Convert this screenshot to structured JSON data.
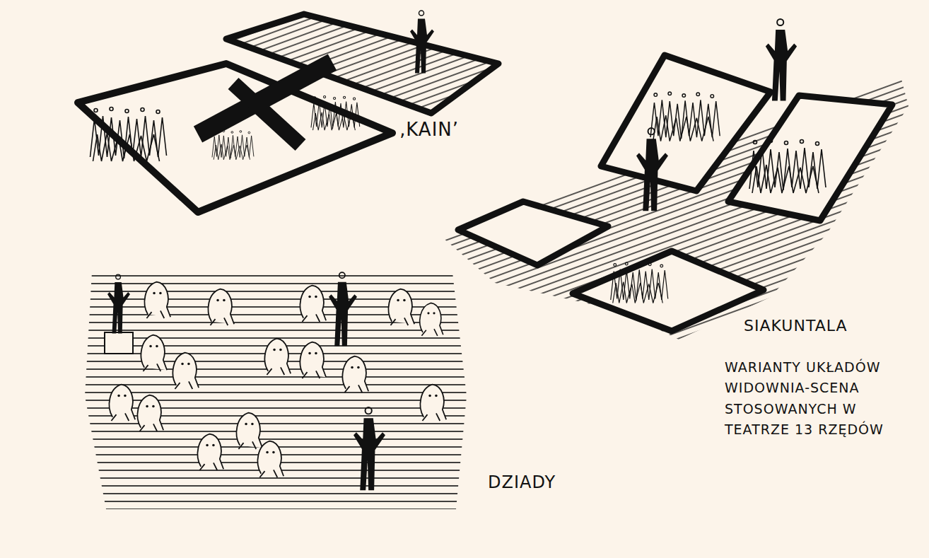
{
  "diagram": {
    "labels": [
      "‚KAIN’",
      "SIAKUNTALA",
      "WARIANTY UKŁADÓW WIDOWNIA-SCENA STOSOWANYCH W TEATRZE 13 RZĘDÓW",
      "DZIADY"
    ]
  }
}
